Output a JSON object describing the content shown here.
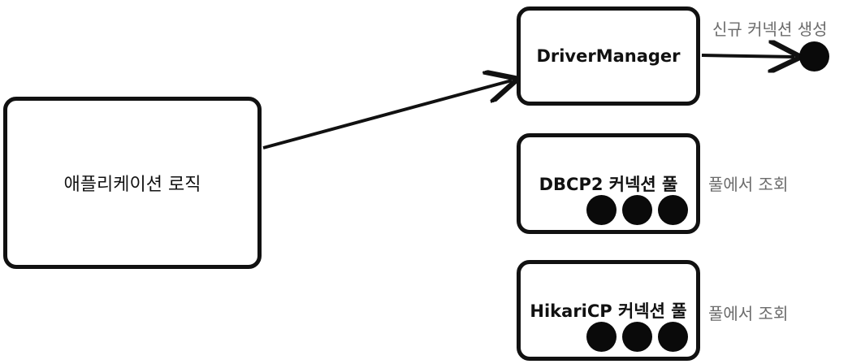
{
  "diagram": {
    "app_box": {
      "label": "애플리케이션 로직"
    },
    "driver_manager": {
      "label": "DriverManager"
    },
    "dbcp2_pool": {
      "label": "DBCP2 커넥션 풀",
      "connection_count": 3
    },
    "hikari_pool": {
      "label": "HikariCP 커넥션 풀",
      "connection_count": 3
    },
    "notes": {
      "new_connection": "신규 커넥션 생성",
      "dbcp2_lookup": "풀에서 조회",
      "hikari_lookup": "풀에서 조회"
    },
    "colors": {
      "stroke": "#111111",
      "note_text": "#6b6b6b",
      "background": "#ffffff"
    }
  }
}
